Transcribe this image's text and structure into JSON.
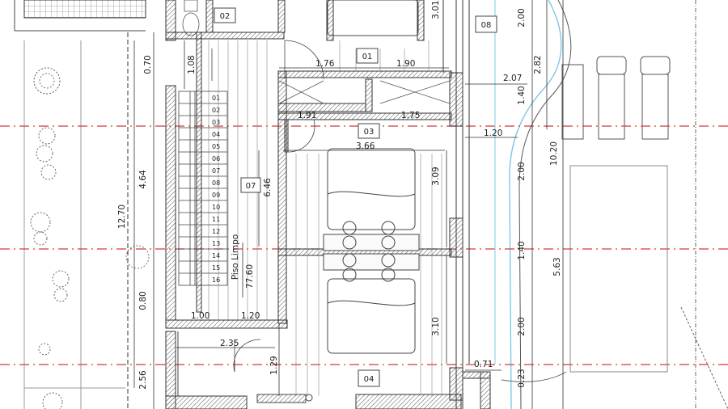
{
  "colors": {
    "background": "#ffffff",
    "line": "#333333",
    "axis": "#d23a3a",
    "water": "#7ec8e3"
  },
  "rooms": {
    "r01": "01",
    "r02": "02",
    "r03": "03",
    "r04": "04",
    "r07": "07",
    "r08": "08"
  },
  "stair_steps": [
    "01",
    "02",
    "03",
    "04",
    "05",
    "06",
    "07",
    "08",
    "09",
    "10",
    "11",
    "12",
    "13",
    "14",
    "15",
    "16"
  ],
  "notes": {
    "floor_label": "Piso Limpo",
    "floor_level": "77.60"
  },
  "dimensions": {
    "d_176": "1.76",
    "d_190": "1.90",
    "d_191": "1.91",
    "d_175": "1.75",
    "d_366": "3.66",
    "d_207": "2.07",
    "d_120_right": "1.20",
    "d_100": "1.00",
    "d_120_bottom": "1.20",
    "d_235": "2.35",
    "d_071": "0.71",
    "v_070": "0.70",
    "v_108": "1.08",
    "v_464": "4.64",
    "v_1270": "12.70",
    "v_646": "6.46",
    "v_080": "0.80",
    "v_256": "2.56",
    "v_129": "1.29",
    "v_301": "3.01",
    "v_309": "3.09",
    "v_310": "3.10",
    "v_200_top": "2.00",
    "v_282": "2.82",
    "v_140_top": "1.40",
    "v_200_mid": "2.00",
    "v_140_mid": "1.40",
    "v_200_low": "2.00",
    "v_023": "0.23",
    "v_1020": "10.20",
    "v_563": "5.63"
  }
}
